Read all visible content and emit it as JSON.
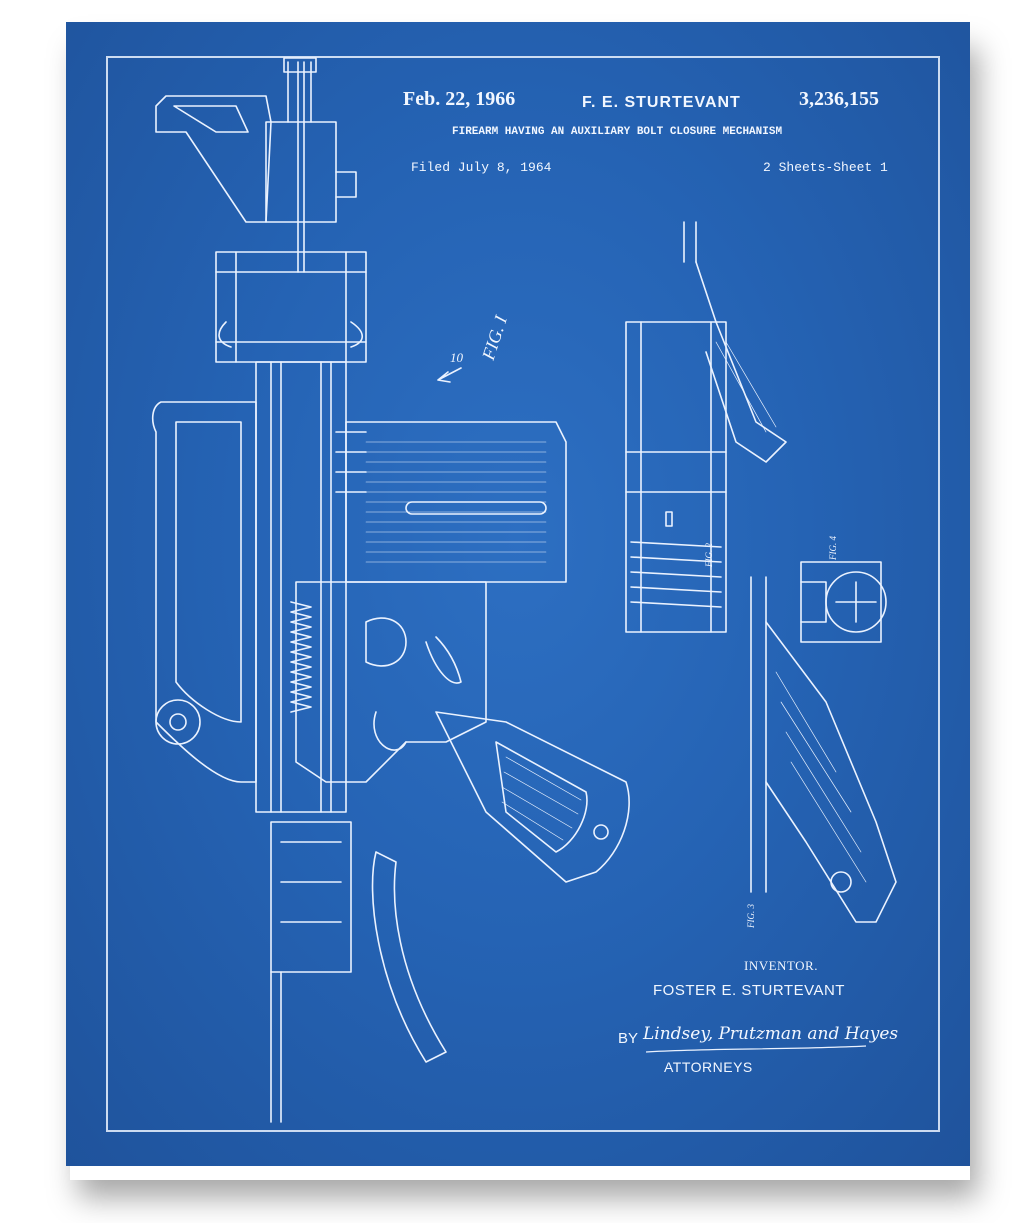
{
  "header": {
    "date": "Feb. 22, 1966",
    "inventor_short": "F. E. STURTEVANT",
    "patent_number": "3,236,155",
    "title": "FIREARM HAVING AN AUXILIARY BOLT CLOSURE MECHANISM",
    "filed": "Filed July 8, 1964",
    "sheets": "2 Sheets-Sheet 1"
  },
  "figures": {
    "fig1": "FIG. I",
    "fig2": "FIG. 2",
    "fig3": "FIG. 3",
    "fig4": "FIG. 4",
    "ref_10": "10"
  },
  "footer": {
    "inventor_label": "INVENTOR.",
    "inventor_name": "FOSTER  E. STURTEVANT",
    "by": "BY",
    "attorneys_signature": "Lindsey, Prutzman and Hayes",
    "attorneys_label": "ATTORNEYS"
  },
  "colors": {
    "background": "#2563b4",
    "line": "#eaf2ff"
  }
}
